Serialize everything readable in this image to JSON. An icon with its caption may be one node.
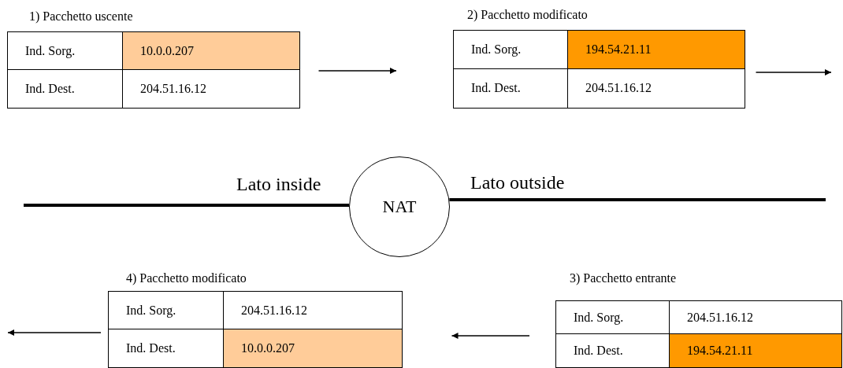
{
  "diagram": {
    "nodes": [
      {
        "text": [
          "1) Pacchetto uscente"
        ]
      },
      {
        "text": [
          "Ind. Sorg."
        ],
        "in": 0
      },
      {
        "text": [
          "10.0.0.207"
        ],
        "in": 0
      },
      {
        "text": [
          "Ind. Dest."
        ],
        "in": 0
      },
      {
        "text": [
          "204.51.16.12"
        ],
        "in": 0
      },
      {
        "text": [
          "2) Pacchetto modificato"
        ]
      },
      {
        "text": [
          "Ind. Sorg."
        ],
        "in": 5
      },
      {
        "text": [
          "194.54.21.11"
        ],
        "in": 5
      },
      {
        "text": [
          "Ind. Dest."
        ],
        "in": 5
      },
      {
        "text": [
          "204.51.16.12"
        ],
        "in": 5
      },
      {
        "text": [
          "NAT"
        ]
      },
      {
        "text": [
          "4) Pacchetto modificato"
        ]
      },
      {
        "text": [
          "Ind. Sorg."
        ],
        "in": 11
      },
      {
        "text": [
          "204.51.16.12"
        ],
        "in": 11
      },
      {
        "text": [
          "Ind. Dest."
        ],
        "in": 11
      },
      {
        "text": [
          "10.0.0.207"
        ],
        "in": 11
      },
      {
        "text": [
          "3) Pacchetto entrante"
        ]
      },
      {
        "text": [
          "Ind. Sorg."
        ],
        "in": 16
      },
      {
        "text": [
          "204.51.16.12"
        ],
        "in": 16
      },
      {
        "text": [
          "Ind. Dest."
        ],
        "in": 16
      },
      {
        "text": [
          "194.54.21.11"
        ],
        "in": 16
      }
    ],
    "edges": [
      {
        "from": 0,
        "to": 5,
        "arrow": "to"
      },
      {
        "from": 5,
        "to": null,
        "arrow": "to"
      },
      {
        "from": 16,
        "to": 11,
        "arrow": "to"
      },
      {
        "from": 11,
        "to": null,
        "arrow": "to"
      },
      {
        "from": null,
        "to": 10,
        "arrow": "none",
        "style": "thick",
        "label": "Lato inside"
      },
      {
        "from": 10,
        "to": null,
        "arrow": "none",
        "style": "thick",
        "label": "Lato outside"
      }
    ]
  }
}
